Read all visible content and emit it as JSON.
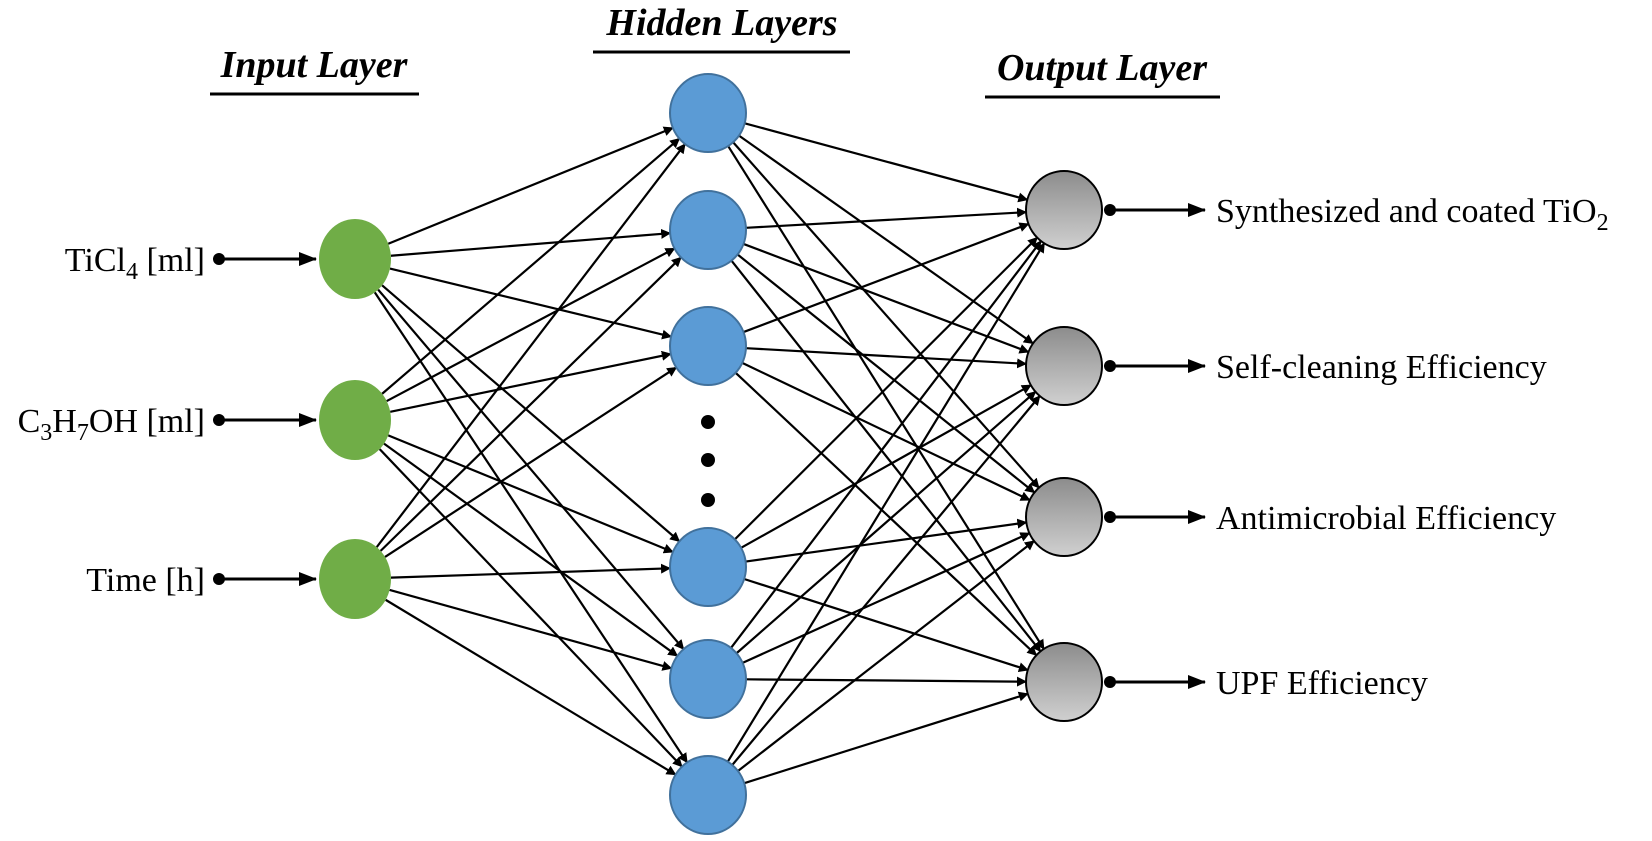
{
  "titles": {
    "input": "Input Layer",
    "hidden": "Hidden Layers",
    "output": "Output Layer"
  },
  "inputs": [
    {
      "parts": [
        {
          "t": "TiCl"
        },
        {
          "t": "4",
          "sub": true
        },
        {
          "t": " [ml]"
        }
      ]
    },
    {
      "parts": [
        {
          "t": "C"
        },
        {
          "t": "3",
          "sub": true
        },
        {
          "t": "H"
        },
        {
          "t": "7",
          "sub": true
        },
        {
          "t": "OH [ml]"
        }
      ]
    },
    {
      "parts": [
        {
          "t": "Time [h]"
        }
      ]
    }
  ],
  "outputs": [
    {
      "parts": [
        {
          "t": "Synthesized and coated TiO"
        },
        {
          "t": "2",
          "sub": true
        }
      ]
    },
    {
      "parts": [
        {
          "t": "Self-cleaning Efficiency"
        }
      ]
    },
    {
      "parts": [
        {
          "t": "Antimicrobial Efficiency"
        }
      ]
    },
    {
      "parts": [
        {
          "t": "UPF Efficiency"
        }
      ]
    }
  ],
  "hidden_nodes_visible": 6,
  "colors": {
    "input_node": "#70ad47",
    "hidden_node": "#5b9bd5",
    "hidden_stroke": "#41719c",
    "output_node_top": "#8c8c8c",
    "output_node_bottom": "#d0d0d0",
    "line": "#000000"
  }
}
